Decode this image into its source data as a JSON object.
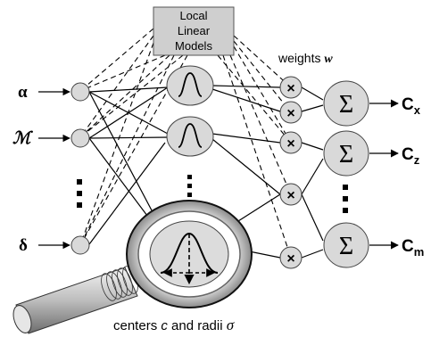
{
  "box": {
    "line1": "Local",
    "line2": "Linear",
    "line3": "Models"
  },
  "weights_label": {
    "prefix": "weights ",
    "symbol": "w"
  },
  "inputs": {
    "alpha": "α",
    "m": "ℳ",
    "delta": "δ"
  },
  "outputs": {
    "x": {
      "main": "C",
      "sub": "x"
    },
    "z": {
      "main": "C",
      "sub": "z"
    },
    "m": {
      "main": "C",
      "sub": "m"
    }
  },
  "bottom_label": {
    "prefix": "centers ",
    "c": "c",
    "mid": " and radii ",
    "sigma": "σ"
  },
  "symbols": {
    "sum": "Σ",
    "times": "×"
  }
}
